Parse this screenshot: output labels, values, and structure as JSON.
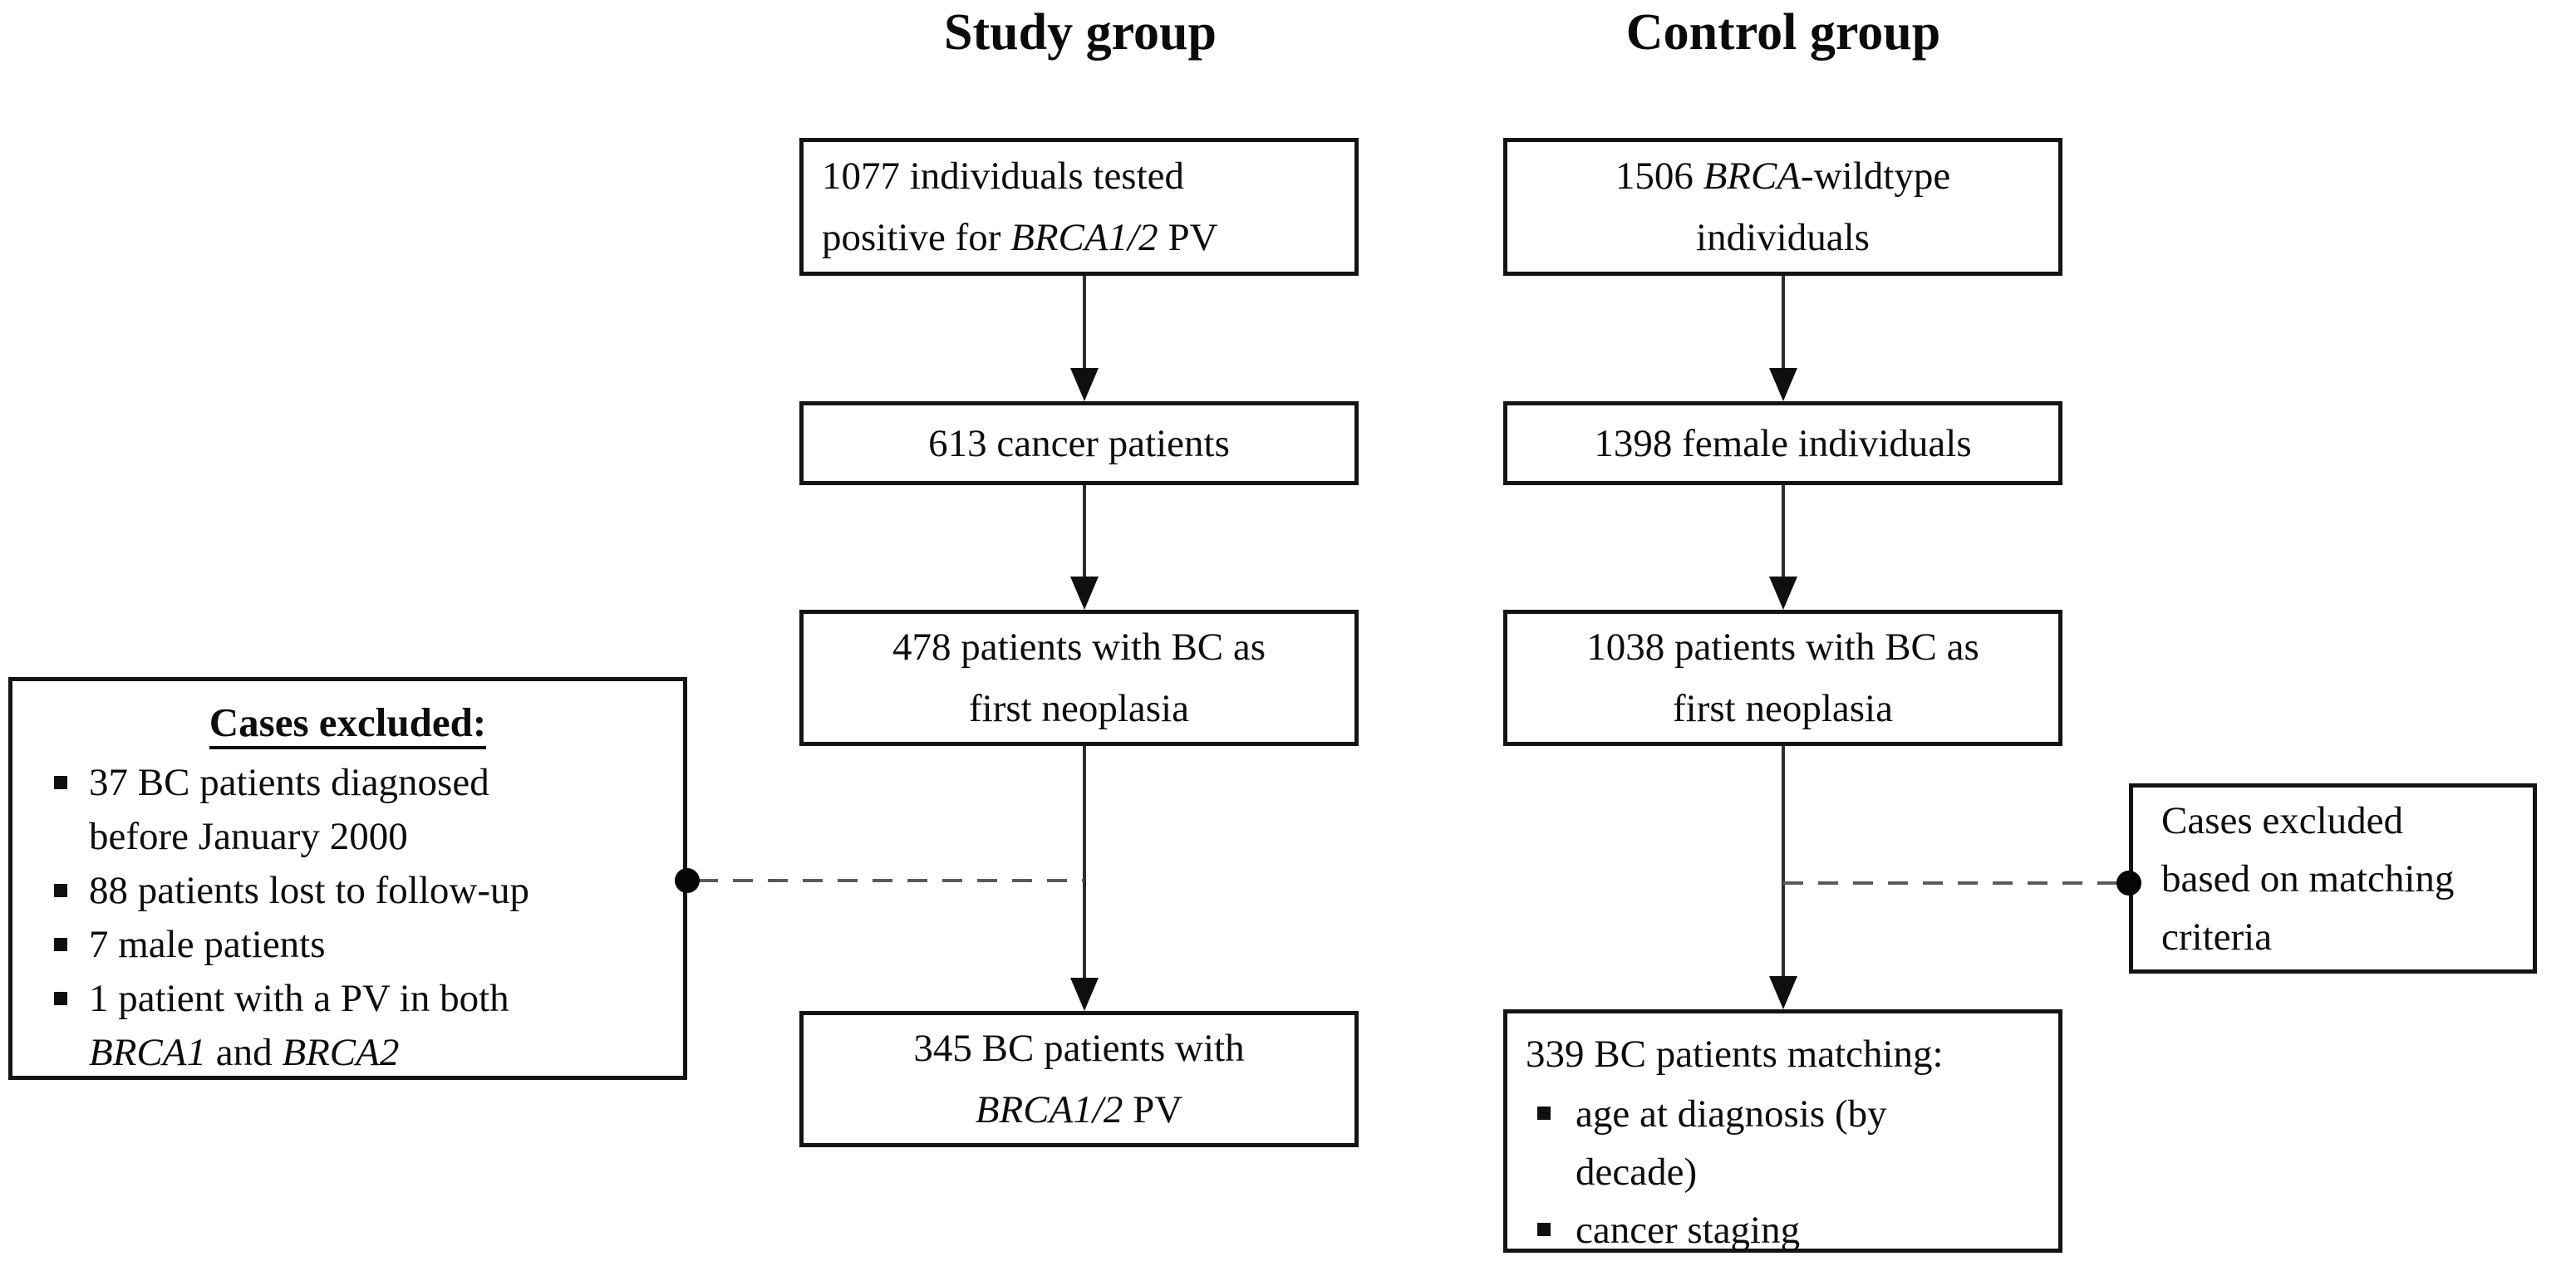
{
  "study": {
    "header": "Study group",
    "box1": {
      "line1": "1077 individuals tested",
      "line2_pre": "positive for ",
      "line2_it": "BRCA1/2",
      "line2_post": " PV"
    },
    "box2": "613 cancer patients",
    "box3": {
      "line1": "478 patients with BC as",
      "line2": "first neoplasia"
    },
    "box4": {
      "line1": "345 BC patients with",
      "line2_it": "BRCA1/2",
      "line2_post": " PV"
    }
  },
  "control": {
    "header": "Control group",
    "box1": {
      "line1_pre": "1506 ",
      "line1_it": "BRCA",
      "line1_post": "-wildtype",
      "line2": "individuals"
    },
    "box2": "1398 female individuals",
    "box3": {
      "line1": "1038 patients with BC as",
      "line2": "first neoplasia"
    },
    "box4": {
      "title": "339 BC patients matching:",
      "b1_l1": "age at diagnosis (by",
      "b1_l2": "decade)",
      "b2": "cancer staging"
    }
  },
  "excluded_left": {
    "title": "Cases excluded",
    "colon": ":",
    "b1_l1": "37 BC patients diagnosed",
    "b1_l2": "before January 2000",
    "b2": "88 patients lost to follow-up",
    "b3": "7 male patients",
    "b4_l1": "1 patient with a PV in both",
    "b4_it1": "BRCA1",
    "b4_and": " and ",
    "b4_it2": "BRCA2"
  },
  "excluded_right": {
    "l1": "Cases excluded",
    "l2": "based on matching",
    "l3": "criteria"
  }
}
